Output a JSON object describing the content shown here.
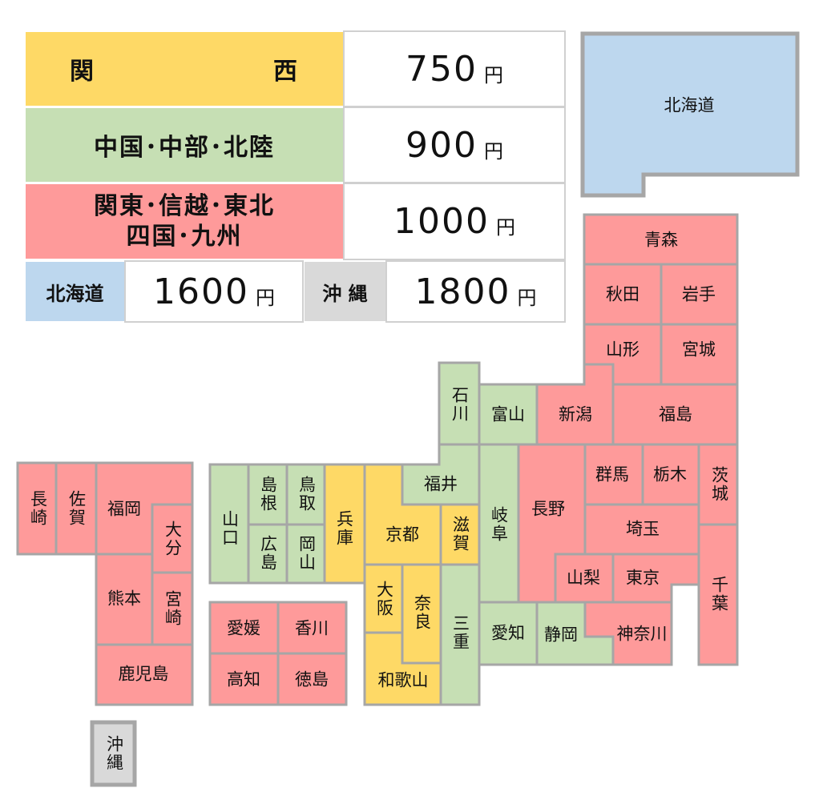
{
  "colors": {
    "kansai": "#FED966",
    "chubu": "#C6DFB4",
    "kanto": "#FE9A9A",
    "hokkaido": "#BDD7EE",
    "okinawa": "#D9D9D9",
    "border": "#A6A6A6"
  },
  "price_table": {
    "yen": "円",
    "kansai": {
      "label_a": "関",
      "label_b": "西",
      "price": "750"
    },
    "chubu": {
      "label": "中国･中部･北陸",
      "price": "900"
    },
    "kanto": {
      "label_1": "関東･信越･東北",
      "label_2": "四国･九州",
      "price": "1000"
    },
    "hokkaido": {
      "label": "北海道",
      "price": "1600"
    },
    "okinawa": {
      "label": "沖 縄",
      "price": "1800"
    }
  },
  "map": {
    "prefectures": [
      {
        "name": "北海道",
        "region": "hokkaido"
      },
      {
        "name": "青森",
        "region": "kanto"
      },
      {
        "name": "秋田",
        "region": "kanto"
      },
      {
        "name": "岩手",
        "region": "kanto"
      },
      {
        "name": "山形",
        "region": "kanto"
      },
      {
        "name": "宮城",
        "region": "kanto"
      },
      {
        "name": "新潟",
        "region": "kanto"
      },
      {
        "name": "福島",
        "region": "kanto"
      },
      {
        "name": "石川",
        "region": "chubu"
      },
      {
        "name": "富山",
        "region": "chubu"
      },
      {
        "name": "福井",
        "region": "chubu"
      },
      {
        "name": "岐阜",
        "region": "chubu"
      },
      {
        "name": "長野",
        "region": "kanto"
      },
      {
        "name": "群馬",
        "region": "kanto"
      },
      {
        "name": "栃木",
        "region": "kanto"
      },
      {
        "name": "茨城",
        "region": "kanto"
      },
      {
        "name": "埼玉",
        "region": "kanto"
      },
      {
        "name": "山梨",
        "region": "kanto"
      },
      {
        "name": "東京",
        "region": "kanto"
      },
      {
        "name": "千葉",
        "region": "kanto"
      },
      {
        "name": "神奈川",
        "region": "kanto"
      },
      {
        "name": "静岡",
        "region": "chubu"
      },
      {
        "name": "愛知",
        "region": "chubu"
      },
      {
        "name": "三重",
        "region": "chubu"
      },
      {
        "name": "滋賀",
        "region": "kansai"
      },
      {
        "name": "京都",
        "region": "kansai"
      },
      {
        "name": "兵庫",
        "region": "kansai"
      },
      {
        "name": "大阪",
        "region": "kansai"
      },
      {
        "name": "奈良",
        "region": "kansai"
      },
      {
        "name": "和歌山",
        "region": "kansai"
      },
      {
        "name": "山口",
        "region": "chubu"
      },
      {
        "name": "島根",
        "region": "chubu"
      },
      {
        "name": "鳥取",
        "region": "chubu"
      },
      {
        "name": "広島",
        "region": "chubu"
      },
      {
        "name": "岡山",
        "region": "chubu"
      },
      {
        "name": "愛媛",
        "region": "kanto"
      },
      {
        "name": "香川",
        "region": "kanto"
      },
      {
        "name": "高知",
        "region": "kanto"
      },
      {
        "name": "徳島",
        "region": "kanto"
      },
      {
        "name": "長崎",
        "region": "kanto"
      },
      {
        "name": "佐賀",
        "region": "kanto"
      },
      {
        "name": "福岡",
        "region": "kanto"
      },
      {
        "name": "大分",
        "region": "kanto"
      },
      {
        "name": "熊本",
        "region": "kanto"
      },
      {
        "name": "宮崎",
        "region": "kanto"
      },
      {
        "name": "鹿児島",
        "region": "kanto"
      },
      {
        "name": "沖縄",
        "region": "okinawa"
      }
    ]
  }
}
